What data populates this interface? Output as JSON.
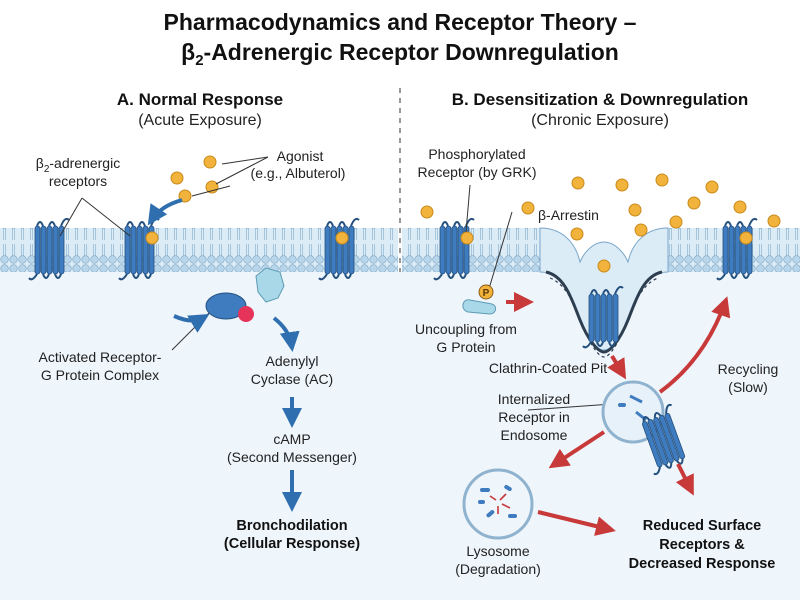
{
  "title": {
    "line1": "Pharmacodynamics and Receptor Theory –",
    "line2_symbol": "β",
    "line2_subscript": "2",
    "line2_rest": "-Adrenergic Receptor Downregulation"
  },
  "panel_a": {
    "heading": "A. Normal Response",
    "subheading": "(Acute Exposure)",
    "receptors_label": {
      "symbol": "β",
      "subscript": "2",
      "rest": "-adrenergic",
      "line2": "receptors"
    },
    "agonist_label": {
      "line1": "Agonist",
      "line2": "(e.g., Albuterol)"
    },
    "complex_label": {
      "line1": "Activated Receptor-",
      "line2": "G Protein Complex"
    },
    "ac_label": {
      "line1": "Adenylyl",
      "line2": "Cyclase (AC)"
    },
    "camp_label": {
      "line1": "cAMP",
      "line2": "(Second Messenger)"
    },
    "response_label": {
      "line1": "Bronchodilation",
      "line2": "(Cellular Response)"
    }
  },
  "panel_b": {
    "heading": "B. Desensitization & Downregulation",
    "subheading": "(Chronic Exposure)",
    "phospho_label": {
      "line1": "Phosphorylated",
      "line2": "Receptor (by GRK)"
    },
    "arrestin_label": "β-Arrestin",
    "phospho_marker": "P",
    "uncoupling_label": {
      "line1": "Uncoupling from",
      "line2": "G Protein"
    },
    "clathrin_label": "Clathrin-Coated Pit",
    "recycling_label": {
      "line1": "Recycling",
      "line2": "(Slow)"
    },
    "internalized_label": {
      "line1": "Internalized",
      "line2": "Receptor in",
      "line3": "Endosome"
    },
    "lysosome_label": {
      "line1": "Lysosome",
      "line2": "(Degradation)"
    },
    "reduced_label": {
      "line1": "Reduced Surface",
      "line2": "Receptors &",
      "line3": "Decreased Response"
    }
  },
  "colors": {
    "receptor": "#3f7cbf",
    "agonist": "#f2b33d",
    "membrane": "#c9e2f2",
    "arrow_blue": "#2f6fb0",
    "arrow_red": "#c8393a",
    "g_protein": "#e6335a",
    "ac": "#a9d8e8"
  }
}
